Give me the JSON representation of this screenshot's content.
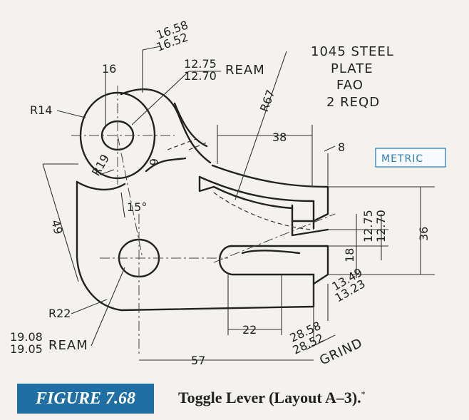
{
  "title_block": {
    "material": "1045 STEEL",
    "stock": "PLATE",
    "finish": "FAO",
    "quantity": "2 REQD"
  },
  "metric_label": "METRIC",
  "dimensions": {
    "d_16": "16",
    "d_1658": "16.58",
    "d_1652": "16.52",
    "d_1275a": "12.75",
    "d_1270a": "12.70",
    "ream_top": "REAM",
    "r14": "R14",
    "r67": "R67",
    "r19": "R19",
    "d_6": "6",
    "d_38": "38",
    "d_8": "8",
    "d_49": "49",
    "d_15deg": "15°",
    "d_1275b": "12.75",
    "d_1270b": "12.70",
    "d_36": "36",
    "d_18": "18",
    "d_1349": "13.49",
    "d_1323": "13.23",
    "r22": "R22",
    "d_1908": "19.08",
    "d_1905": "19.05",
    "ream_bottom": "REAM",
    "d_22": "22",
    "d_2858": "28.58",
    "d_2852": "28.52",
    "grind": "GRIND",
    "d_57": "57"
  },
  "caption": {
    "figure_label": "FIGURE 7.68",
    "title": "Toggle Lever (Layout A–3).",
    "footnote_mark": "*"
  }
}
